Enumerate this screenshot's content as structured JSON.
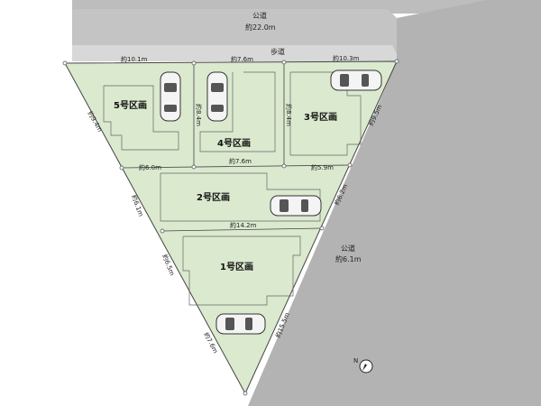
{
  "roads": {
    "north_label": "公道",
    "north_width": "約22.0m",
    "sidewalk": "歩道",
    "east_label": "公道",
    "east_width": "約6.1m"
  },
  "lots": {
    "lot1": "1号区画",
    "lot2": "2号区画",
    "lot3": "3号区画",
    "lot4": "4号区画",
    "lot5": "5号区画"
  },
  "dims": {
    "top_lot5": "約10.1m",
    "top_lot4": "約7.6m",
    "top_lot3": "約10.3m",
    "lot5_left": "約9.4m",
    "lot4_depth": "約8.4m",
    "lot3_left": "約8.4m",
    "right_upper": "約9.5m",
    "mid_row_lot4": "約7.6m",
    "mid_left": "約6.0m",
    "mid_right": "約5.9m",
    "lot2_left": "約6.1m",
    "lot2_right": "約6.2m",
    "lot2_bottom": "約14.2m",
    "lot1_left": "約6.5m",
    "lot1_left_lower": "約7.6m",
    "lot1_right": "約15.5m"
  },
  "colors": {
    "lot_fill": "#dbe9cf",
    "road_fill": "#b8b8b8",
    "outline": "#444444"
  },
  "icons": [
    "car-icon",
    "north-arrow-icon"
  ]
}
